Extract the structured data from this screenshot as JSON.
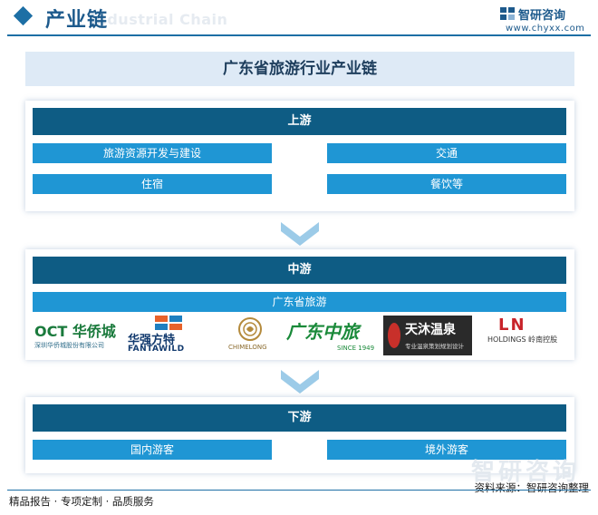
{
  "header": {
    "title": "产业链",
    "title_en": "Industrial Chain",
    "brand_name": "智研咨询",
    "brand_url": "www.chyxx.com"
  },
  "banner": {
    "title": "广东省旅游行业产业链"
  },
  "upstream": {
    "label": "上游",
    "items": [
      "旅游资源开发与建设",
      "交通",
      "住宿",
      "餐饮等"
    ]
  },
  "midstream": {
    "label": "中游",
    "item": "广东省旅游",
    "logos": [
      {
        "name": "OCT 华侨城",
        "sub": "深圳华侨城股份有限公司"
      },
      {
        "name": "华强方特",
        "sub": "FANTAWILD"
      },
      {
        "name": "CHIMELONG"
      },
      {
        "name": "广东中旅",
        "sub": "SINCE 1949"
      },
      {
        "name": "天沐温泉",
        "sub": "专业温泉策划规划设计"
      },
      {
        "name": "LN",
        "sub": "HOLDINGS 岭南控股"
      }
    ]
  },
  "downstream": {
    "label": "下游",
    "items": [
      "国内游客",
      "境外游客"
    ]
  },
  "footer": {
    "left": "精品报告 · 专项定制 · 品质服务",
    "source": "资料来源：智研咨询整理",
    "watermark": "智研咨询"
  },
  "colors": {
    "tier_bar": "#0e5c84",
    "item": "#1f96d4",
    "banner": "#deeaf6",
    "accent": "#1d6fa5"
  }
}
